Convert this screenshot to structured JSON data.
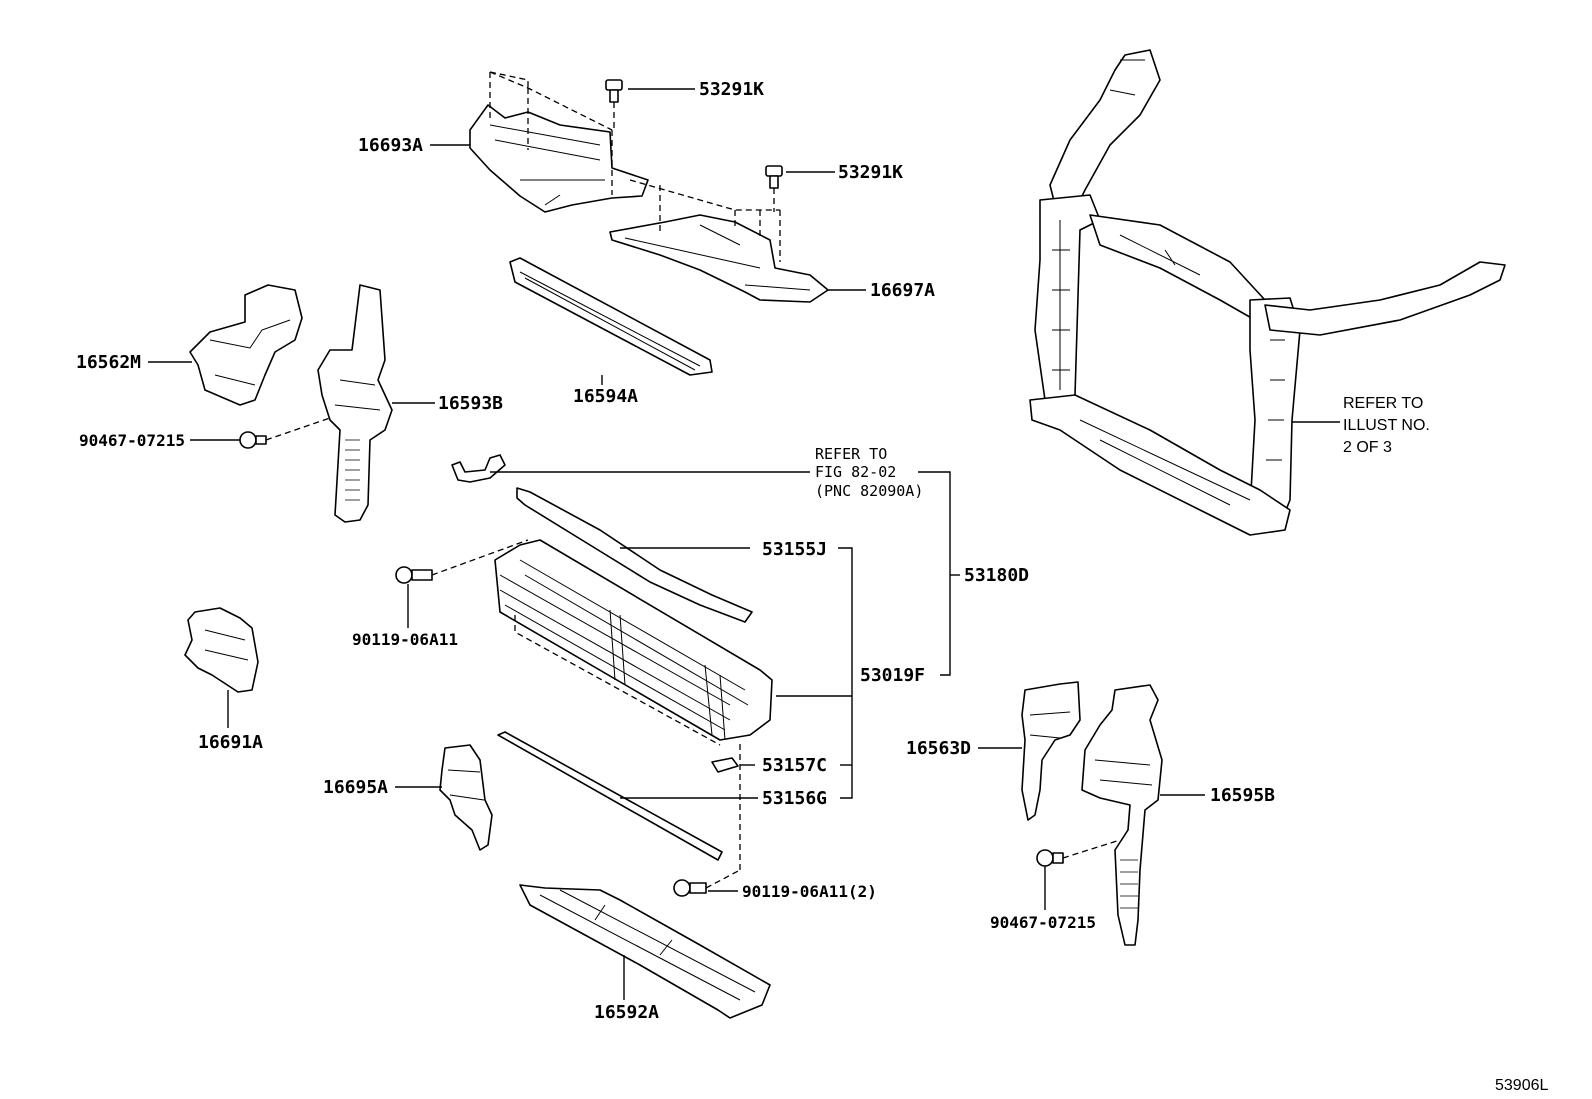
{
  "labels": {
    "p53291K_a": "53291K",
    "p53291K_b": "53291K",
    "p16693A": "16693A",
    "p16697A": "16697A",
    "p16562M": "16562M",
    "p16593B": "16593B",
    "p16594A": "16594A",
    "p90467_a": "90467-07215",
    "p90119_a": "90119-06A11",
    "p53155J": "53155J",
    "p53180D": "53180D",
    "p53019F": "53019F",
    "p16691A": "16691A",
    "p53157C": "53157C",
    "p16695A": "16695A",
    "p53156G": "53156G",
    "p90119_b": "90119-06A11(2)",
    "p16592A": "16592A",
    "p16563D": "16563D",
    "p16595B": "16595B",
    "p90467_b": "90467-07215"
  },
  "notes": {
    "fig_line1": "REFER TO",
    "fig_line2": "FIG 82-02",
    "fig_line3": "(PNC 82090A)",
    "illust_line1": "REFER TO",
    "illust_line2": "ILLUST NO.",
    "illust_line3": "2 OF 3"
  },
  "diagram_id": "53906L"
}
